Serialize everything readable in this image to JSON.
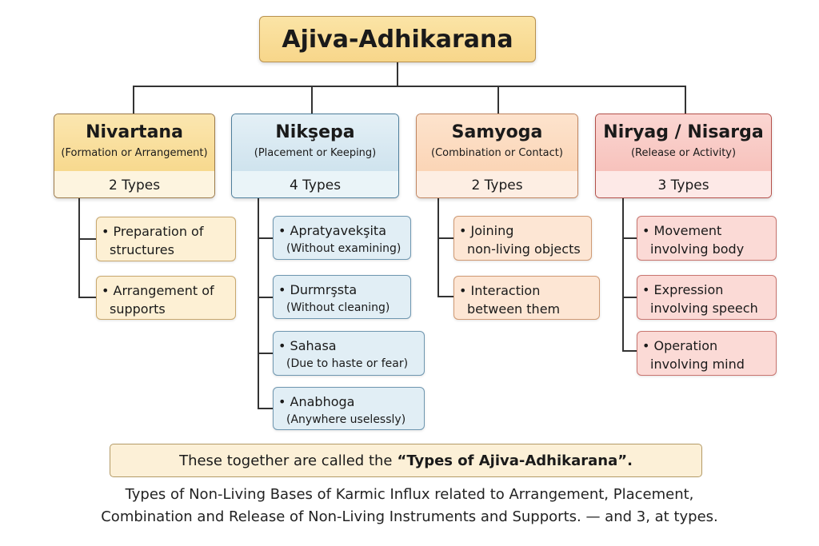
{
  "title": "Ajiva-Adhikarana",
  "categories": [
    {
      "name": "Nivartana",
      "subtitle": "(Formation or Arrangement)",
      "types": "2 Types",
      "items": [
        {
          "line1": "Preparation of",
          "line2": "structures"
        },
        {
          "line1": "Arrangement of",
          "line2": "supports"
        }
      ]
    },
    {
      "name": "Nikşepa",
      "subtitle": "(Placement or Keeping)",
      "types": "4 Types",
      "items": [
        {
          "line1": "Apratyavekşita",
          "line2": "(Without examining)"
        },
        {
          "line1": "Durmrşsta",
          "line2": "(Without cleaning)"
        },
        {
          "line1": "Sahasa",
          "line2": "(Due to haste or fear)"
        },
        {
          "line1": "Anabhoga",
          "line2": "(Anywhere uselessly)"
        }
      ]
    },
    {
      "name": "Samyoga",
      "subtitle": "(Combination or Contact)",
      "types": "2 Types",
      "items": [
        {
          "line1": "Joining",
          "line2": "non-living objects"
        },
        {
          "line1": "Interaction",
          "line2": "between them"
        }
      ]
    },
    {
      "name": "Niryag / Nisarga",
      "subtitle": "(Release or Activity)",
      "types": "3 Types",
      "items": [
        {
          "line1": "Movement",
          "line2": "involving body"
        },
        {
          "line1": "Expression",
          "line2": "involving speech"
        },
        {
          "line1": "Operation",
          "line2": "involving mind"
        }
      ]
    }
  ],
  "footer": {
    "prefix": "These together are called the",
    "emphasis": "“Types of Ajiva-Adhikarana”."
  },
  "caption": {
    "line1": "Types of Non-Living Bases of Karmic Influx related to Arrangement, Placement,",
    "line2": "Combination and Release of Non-Living Instruments and Supports. — and 3, at types."
  }
}
